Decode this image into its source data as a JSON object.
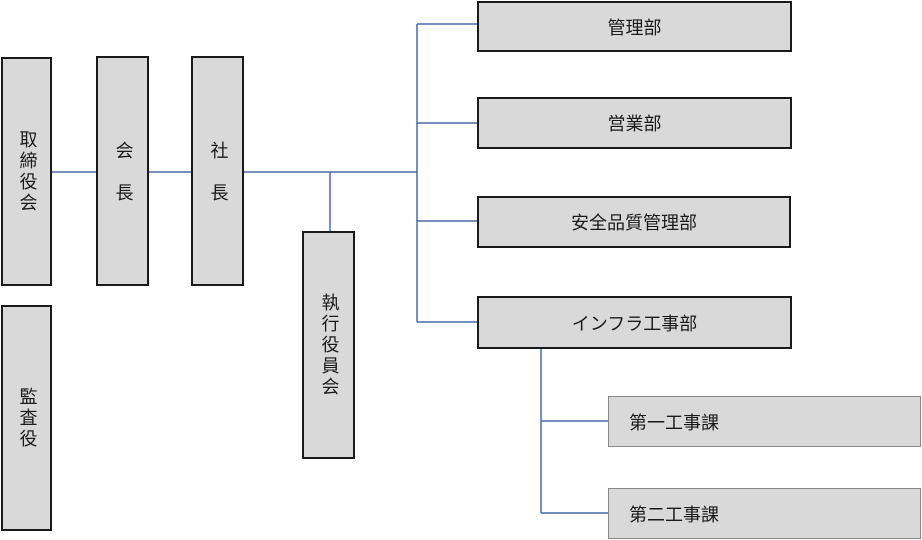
{
  "colors": {
    "connector": "#4a6aa8",
    "box_fill": "#d9d9d9",
    "box_border": "#1a1a1a"
  },
  "org_chart": {
    "board": "取締役会",
    "chairman": "会長",
    "president": "社長",
    "auditor": "監査役",
    "executive_committee": "執行役員会",
    "departments": [
      "管理部",
      "営業部",
      "安全品質管理部",
      "インフラ工事部"
    ],
    "sections": [
      "第一工事課",
      "第二工事課"
    ]
  }
}
